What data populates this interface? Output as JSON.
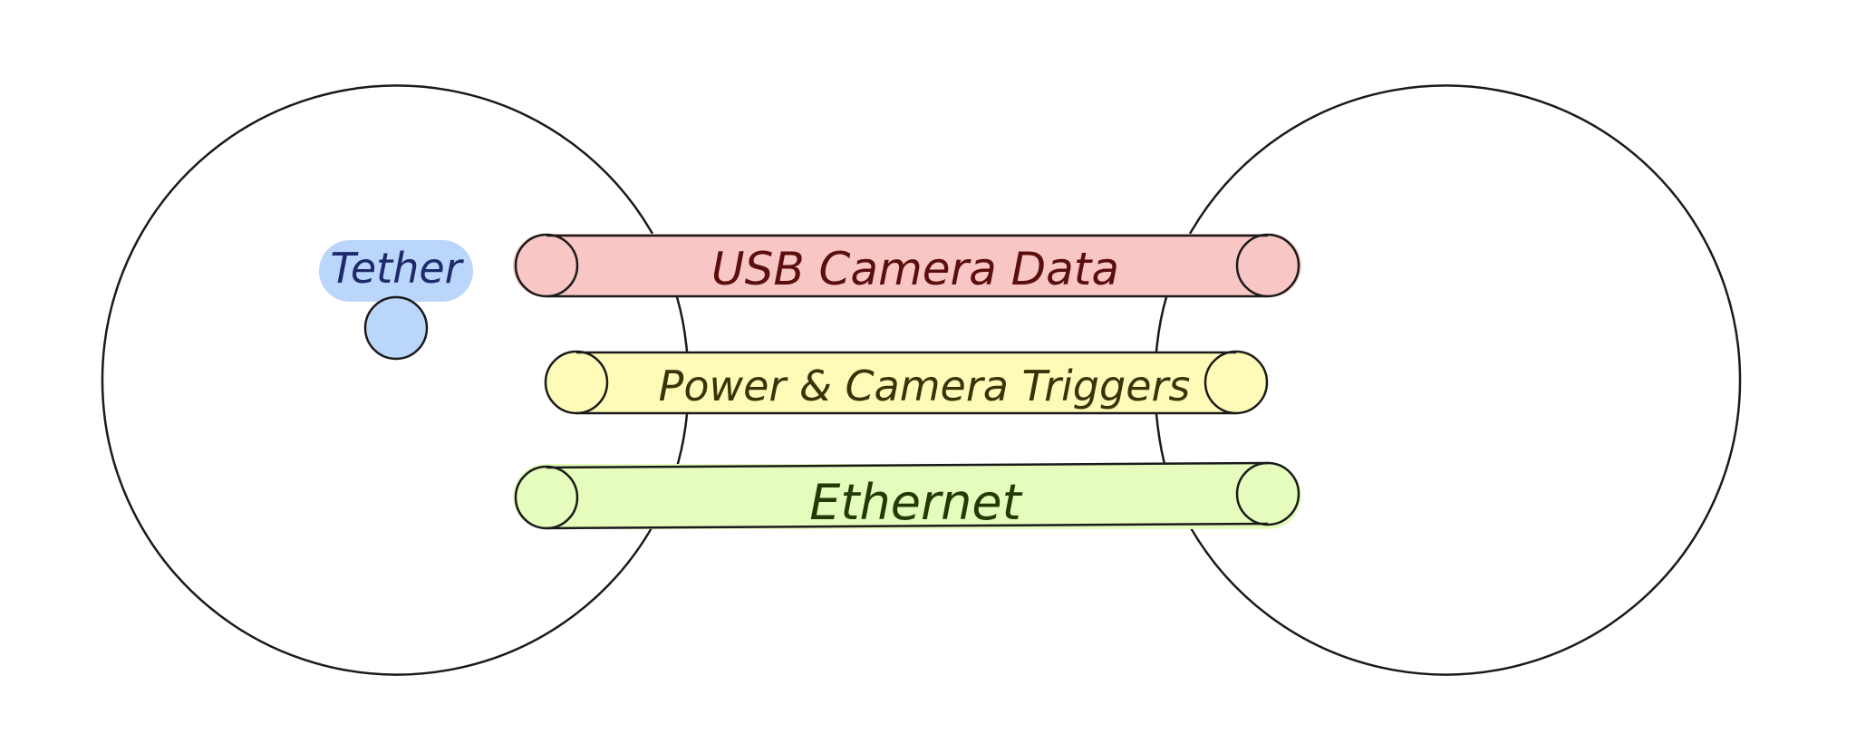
{
  "labels": {
    "tether": "Tether",
    "usb": "USB Camera Data",
    "power": "Power & Camera Triggers",
    "ethernet": "Ethernet"
  },
  "colors": {
    "outline": "#1a1a1a",
    "tether_fill": "#bad6fb",
    "tether_text": "#1e2a6b",
    "usb_fill": "#f8c6c4",
    "usb_text": "#5a0e0e",
    "power_fill": "#fefbb8",
    "power_text": "#3b3208",
    "ethernet_fill": "#e6fcbc",
    "ethernet_text": "#243a06"
  }
}
